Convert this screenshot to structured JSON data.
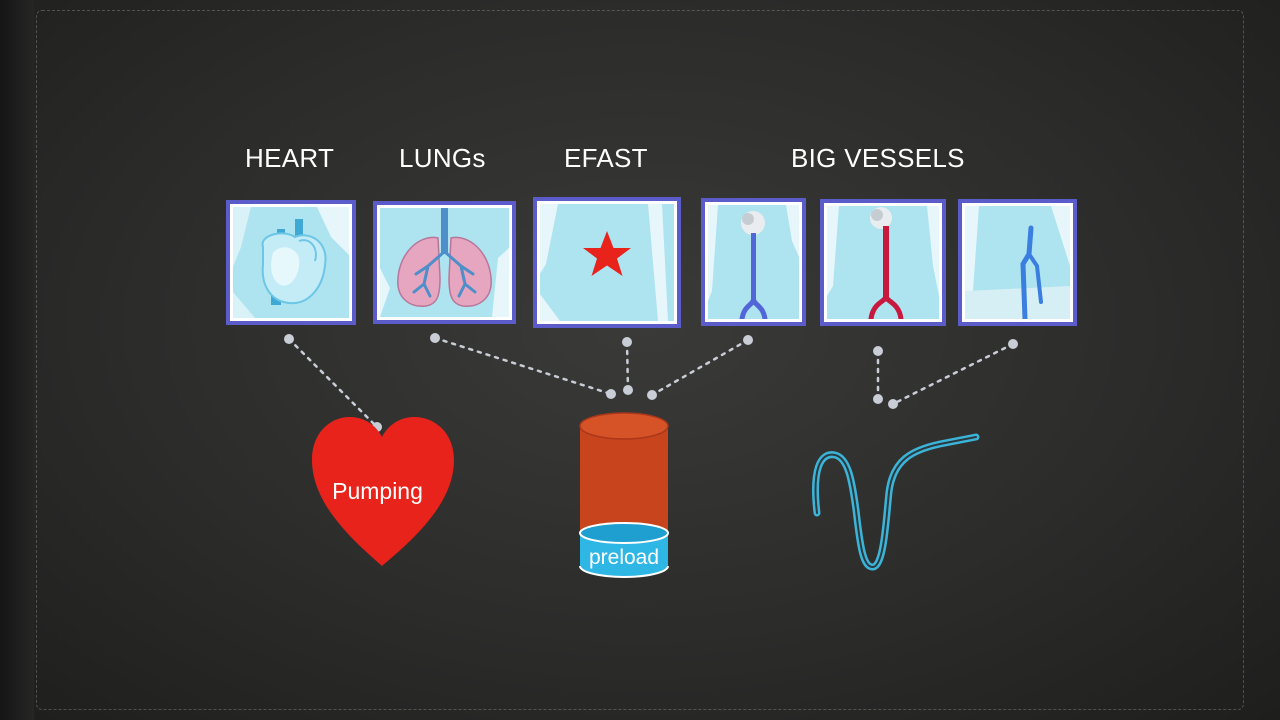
{
  "categories": {
    "heart": "HEART",
    "lungs": "LUNGs",
    "efast": "EFAST",
    "big_vessels": "BIG VESSELS"
  },
  "panels": [
    {
      "name": "heart-view",
      "icon": "heart-anatomy-icon"
    },
    {
      "name": "lungs-view",
      "icon": "lungs-icon"
    },
    {
      "name": "efast-view",
      "icon": "red-star-icon"
    },
    {
      "name": "vena-cava-view",
      "icon": "vena-cava-icon"
    },
    {
      "name": "aorta-view",
      "icon": "aorta-icon"
    },
    {
      "name": "leg-vessel-view",
      "icon": "leg-vein-icon"
    }
  ],
  "outcomes": {
    "pumping": "Pumping",
    "preload": "preload",
    "vessel_icon": "vessel-tube-icon"
  },
  "colors": {
    "panel_border": "#5b5bc9",
    "panel_fill": "#aee3f0",
    "heart_red": "#e8231b",
    "tank_orange": "#c8441d",
    "preload_blue": "#2eb6e4",
    "vessel_tube": "#3cb4d8",
    "connector_dots": "#c9cdd6"
  }
}
